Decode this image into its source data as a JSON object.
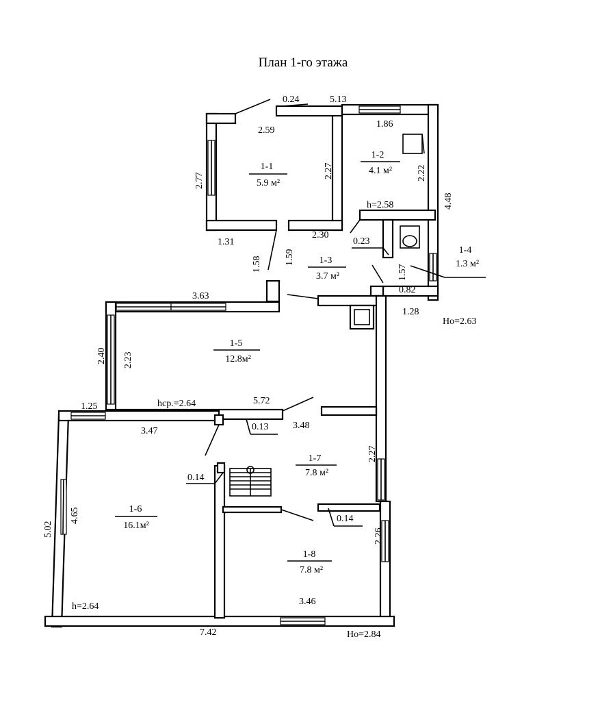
{
  "title": "План 1-го этажа",
  "rooms": [
    {
      "id": "1-1",
      "area": "5.9 м²"
    },
    {
      "id": "1-2",
      "area": "4.1 м²"
    },
    {
      "id": "1-3",
      "area": "3.7 м²"
    },
    {
      "id": "1-4",
      "area": "1.3 м²"
    },
    {
      "id": "1-5",
      "area": "12.8м²"
    },
    {
      "id": "1-6",
      "area": "16.1м²"
    },
    {
      "id": "1-7",
      "area": "7.8 м²"
    },
    {
      "id": "1-8",
      "area": "7.8 м²"
    }
  ],
  "dims": {
    "d_024": "0.24",
    "d_513": "5.13",
    "d_259": "2.59",
    "d_186": "1.86",
    "d_277": "2.77",
    "d_227a": "2.27",
    "d_222": "2.22",
    "d_448": "4.48",
    "d_h258": "h=2.58",
    "d_131": "1.31",
    "d_230": "2.30",
    "d_023": "0.23",
    "d_158": "1.58",
    "d_159": "1.59",
    "d_157": "1.57",
    "d_082": "0.82",
    "d_128": "1.28",
    "d_ho263": "Но=2.63",
    "d_363": "3.63",
    "d_240": "2.40",
    "d_223": "2.23",
    "d_hcp": "hср.=2.64",
    "d_572": "5.72",
    "d_125": "1.25",
    "d_347": "3.47",
    "d_013": "0.13",
    "d_348": "3.48",
    "d_227b": "2.27",
    "d_014a": "0.14",
    "d_502": "5.02",
    "d_465": "4.65",
    "d_014b": "0.14",
    "d_226": "2.26",
    "d_h264": "h=2.64",
    "d_346": "3.46",
    "d_742": "7.42",
    "d_ho284": "Но=2.84"
  }
}
